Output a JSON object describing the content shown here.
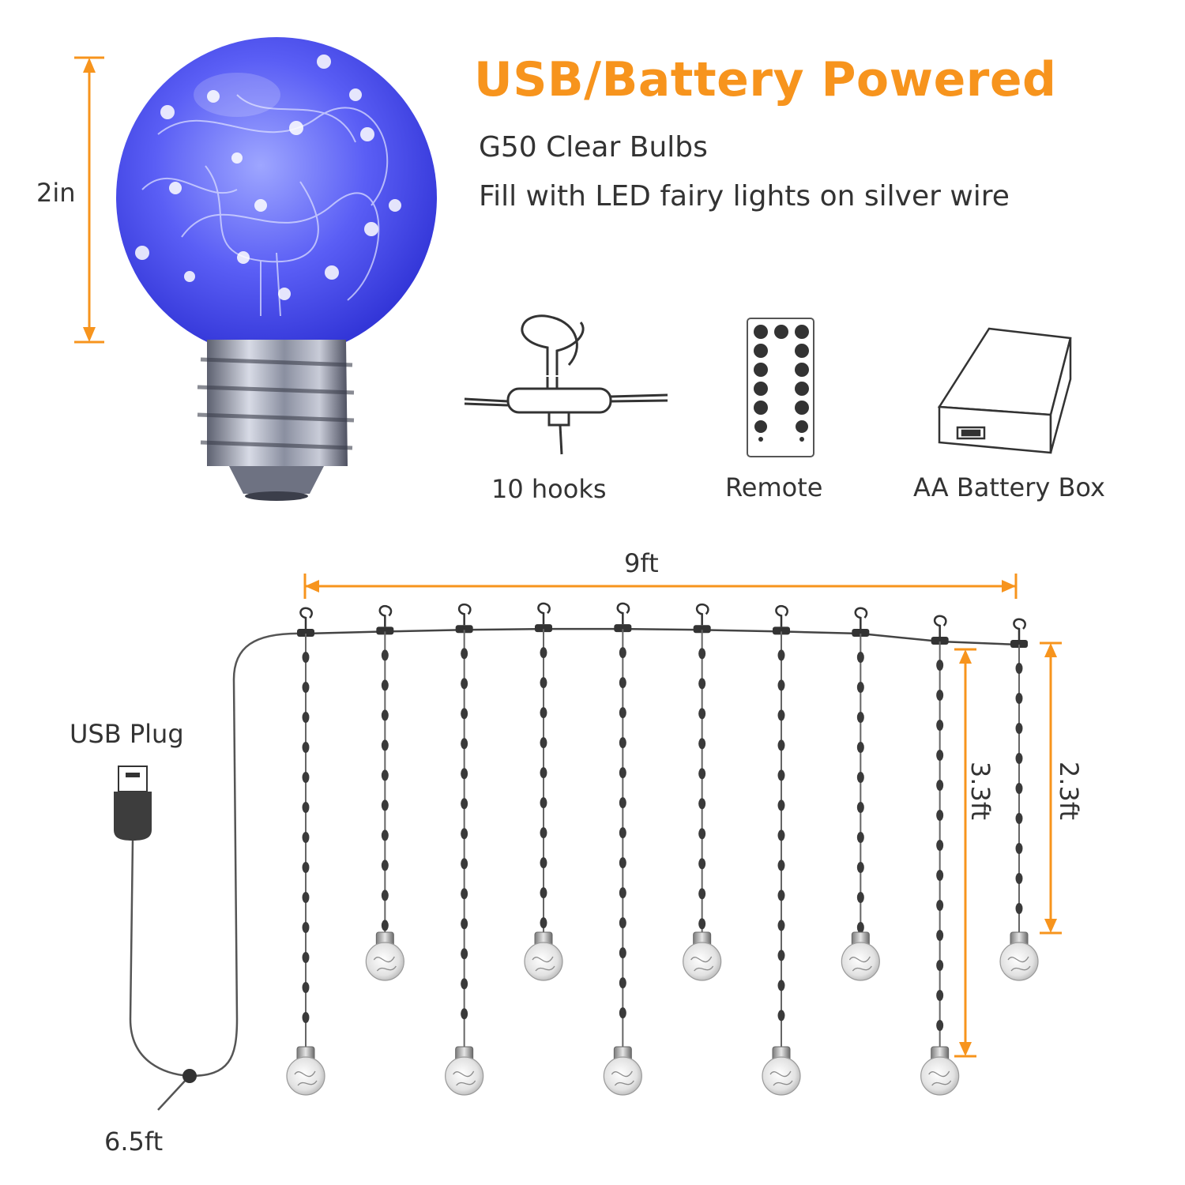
{
  "headline": "USB/Battery Powered",
  "subtitle_lines": [
    "G50 Clear Bulbs",
    "Fill with LED fairy lights on silver wire"
  ],
  "bulb_dimension": "2in",
  "accessories": [
    {
      "label": "10 hooks",
      "icon": "hook-icon"
    },
    {
      "label": "Remote",
      "icon": "remote-icon"
    },
    {
      "label": "AA Battery Box",
      "icon": "battery-box-icon"
    }
  ],
  "curtain": {
    "width_label": "9ft",
    "long_strand_label": "3.3ft",
    "short_strand_label": "2.3ft",
    "usb_label": "USB Plug",
    "lead_label": "6.5ft",
    "strand_count": 10
  },
  "colors": {
    "accent": "#f7941d",
    "text": "#333333",
    "wire": "#555555",
    "bulb_blue": "#4a4ff0",
    "bead": "#3a3a3a"
  }
}
